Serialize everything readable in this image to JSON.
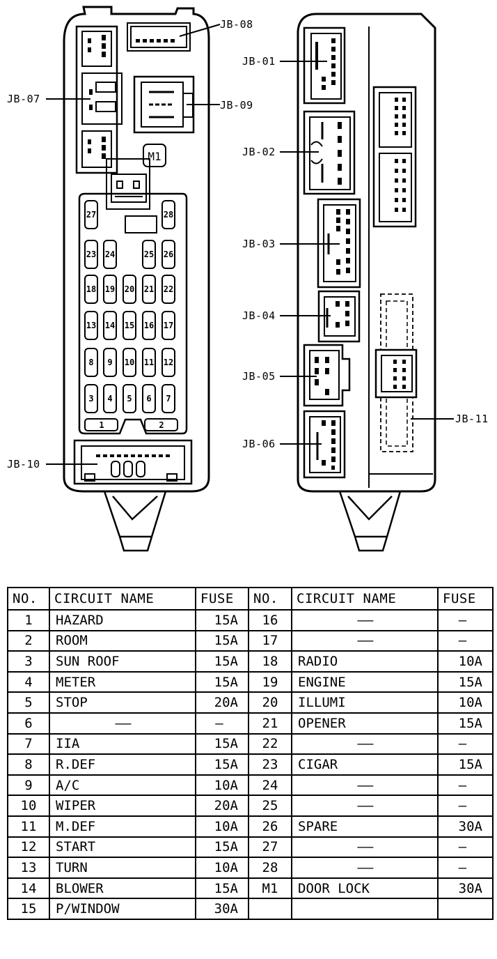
{
  "diagram": {
    "labels": {
      "jb01": "JB-01",
      "jb02": "JB-02",
      "jb03": "JB-03",
      "jb04": "JB-04",
      "jb05": "JB-05",
      "jb06": "JB-06",
      "jb07": "JB-07",
      "jb08": "JB-08",
      "jb09": "JB-09",
      "jb10": "JB-10",
      "jb11": "JB-11",
      "m1": "M1"
    },
    "fuse_numbers": {
      "f1": "1",
      "f2": "2",
      "f3": "3",
      "f4": "4",
      "f5": "5",
      "f6": "6",
      "f7": "7",
      "f8": "8",
      "f9": "9",
      "f10": "10",
      "f11": "11",
      "f12": "12",
      "f13": "13",
      "f14": "14",
      "f15": "15",
      "f16": "16",
      "f17": "17",
      "f18": "18",
      "f19": "19",
      "f20": "20",
      "f21": "21",
      "f22": "22",
      "f23": "23",
      "f24": "24",
      "f25": "25",
      "f26": "26",
      "f27": "27",
      "f28": "28"
    }
  },
  "table": {
    "headers": {
      "no_left": "NO.",
      "name_left": "CIRCUIT NAME",
      "fuse_left": "FUSE",
      "no_right": "NO.",
      "name_right": "CIRCUIT NAME",
      "fuse_right": "FUSE"
    },
    "rows": [
      {
        "no": "1",
        "name": "HAZARD",
        "fuse": "15A",
        "no2": "16",
        "name2": "——",
        "fuse2": "—"
      },
      {
        "no": "2",
        "name": "ROOM",
        "fuse": "15A",
        "no2": "17",
        "name2": "——",
        "fuse2": "—"
      },
      {
        "no": "3",
        "name": "SUN ROOF",
        "fuse": "15A",
        "no2": "18",
        "name2": "RADIO",
        "fuse2": "10A"
      },
      {
        "no": "4",
        "name": "METER",
        "fuse": "15A",
        "no2": "19",
        "name2": "ENGINE",
        "fuse2": "15A"
      },
      {
        "no": "5",
        "name": "STOP",
        "fuse": "20A",
        "no2": "20",
        "name2": "ILLUMI",
        "fuse2": "10A"
      },
      {
        "no": "6",
        "name": "——",
        "fuse": "—",
        "no2": "21",
        "name2": "OPENER",
        "fuse2": "15A"
      },
      {
        "no": "7",
        "name": "IIA",
        "fuse": "15A",
        "no2": "22",
        "name2": "——",
        "fuse2": "—"
      },
      {
        "no": "8",
        "name": "R.DEF",
        "fuse": "15A",
        "no2": "23",
        "name2": "CIGAR",
        "fuse2": "15A"
      },
      {
        "no": "9",
        "name": "A/C",
        "fuse": "10A",
        "no2": "24",
        "name2": "——",
        "fuse2": "—"
      },
      {
        "no": "10",
        "name": "WIPER",
        "fuse": "20A",
        "no2": "25",
        "name2": "——",
        "fuse2": "—"
      },
      {
        "no": "11",
        "name": "M.DEF",
        "fuse": "10A",
        "no2": "26",
        "name2": "SPARE",
        "fuse2": "30A"
      },
      {
        "no": "12",
        "name": "START",
        "fuse": "15A",
        "no2": "27",
        "name2": "——",
        "fuse2": "—"
      },
      {
        "no": "13",
        "name": "TURN",
        "fuse": "10A",
        "no2": "28",
        "name2": "——",
        "fuse2": "—"
      },
      {
        "no": "14",
        "name": "BLOWER",
        "fuse": "15A",
        "no2": "M1",
        "name2": "DOOR LOCK",
        "fuse2": "30A"
      },
      {
        "no": "15",
        "name": "P/WINDOW",
        "fuse": "30A",
        "no2": "",
        "name2": "",
        "fuse2": ""
      }
    ]
  }
}
